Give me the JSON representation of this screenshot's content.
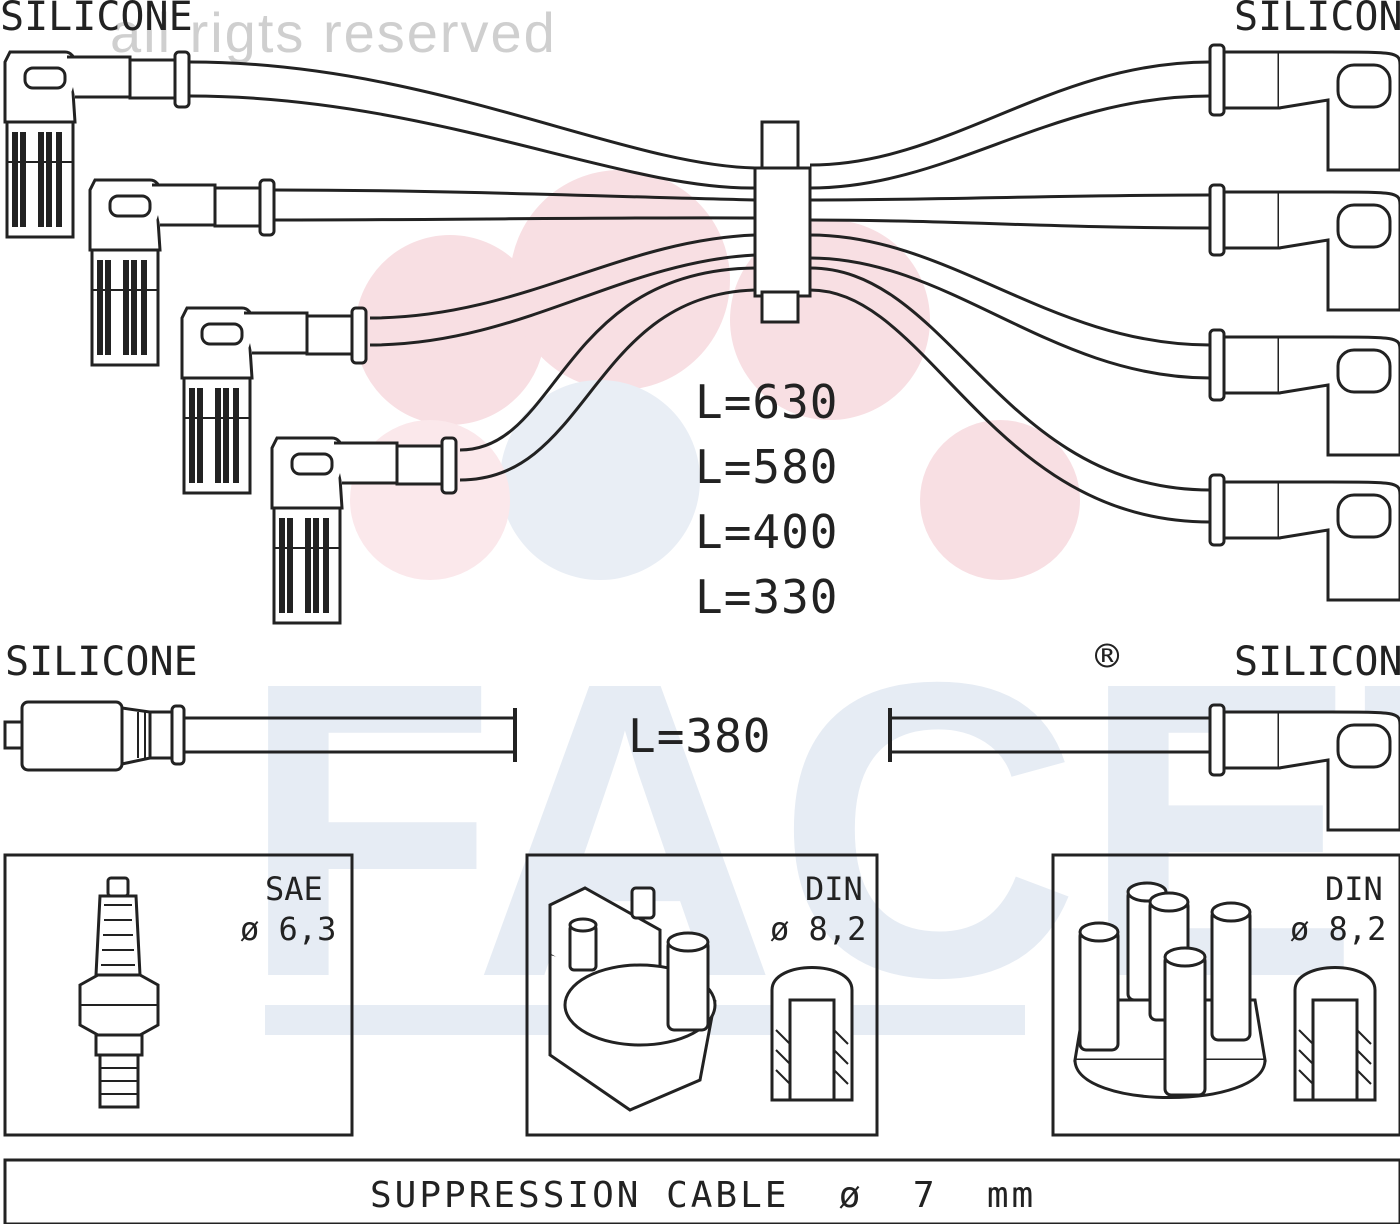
{
  "watermark": {
    "rights_text": "all rigts reserved",
    "logo_text": "FACET",
    "logo_mark": "®",
    "brand_blue": "#dde5f0",
    "brand_red": "#f8dfe3"
  },
  "labels": {
    "top_left": "SILICONE",
    "top_right": "SILICONE",
    "coil_left": "SILICONE",
    "coil_right": "SILICONE"
  },
  "lengths": [
    "L=630",
    "L=580",
    "L=400",
    "L=330"
  ],
  "coil_length": "L=380",
  "boxes": [
    {
      "standard": "SAE",
      "diameter": "ø 6,3",
      "icon": "spark-plug-icon"
    },
    {
      "standard": "DIN",
      "diameter": "ø 8,2",
      "icon": "ignition-coil-icon"
    },
    {
      "standard": "DIN",
      "diameter": "ø 8,2",
      "icon": "distributor-cap-icon"
    }
  ],
  "footer": {
    "text": "SUPPRESSION CABLE  ø  7  mm"
  },
  "colors": {
    "ink": "#222222",
    "paper": "#ffffff"
  }
}
